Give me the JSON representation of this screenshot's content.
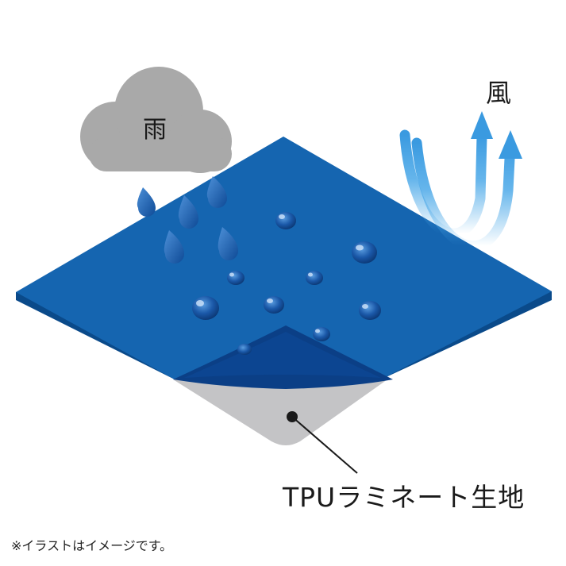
{
  "labels": {
    "rain": "雨",
    "wind": "風",
    "fabric": "TPUラミネート生地",
    "note": "※イラストはイメージです。"
  },
  "colors": {
    "fabric_top": "#1565b0",
    "fabric_edge": "#0a4a8a",
    "peeled_layer": "#0b3f86",
    "membrane": "#c4c4c6",
    "cloud": "#a9a9a9",
    "wind_arrow": "#4aa8e8",
    "rain_drop": "#1a5fb4"
  }
}
